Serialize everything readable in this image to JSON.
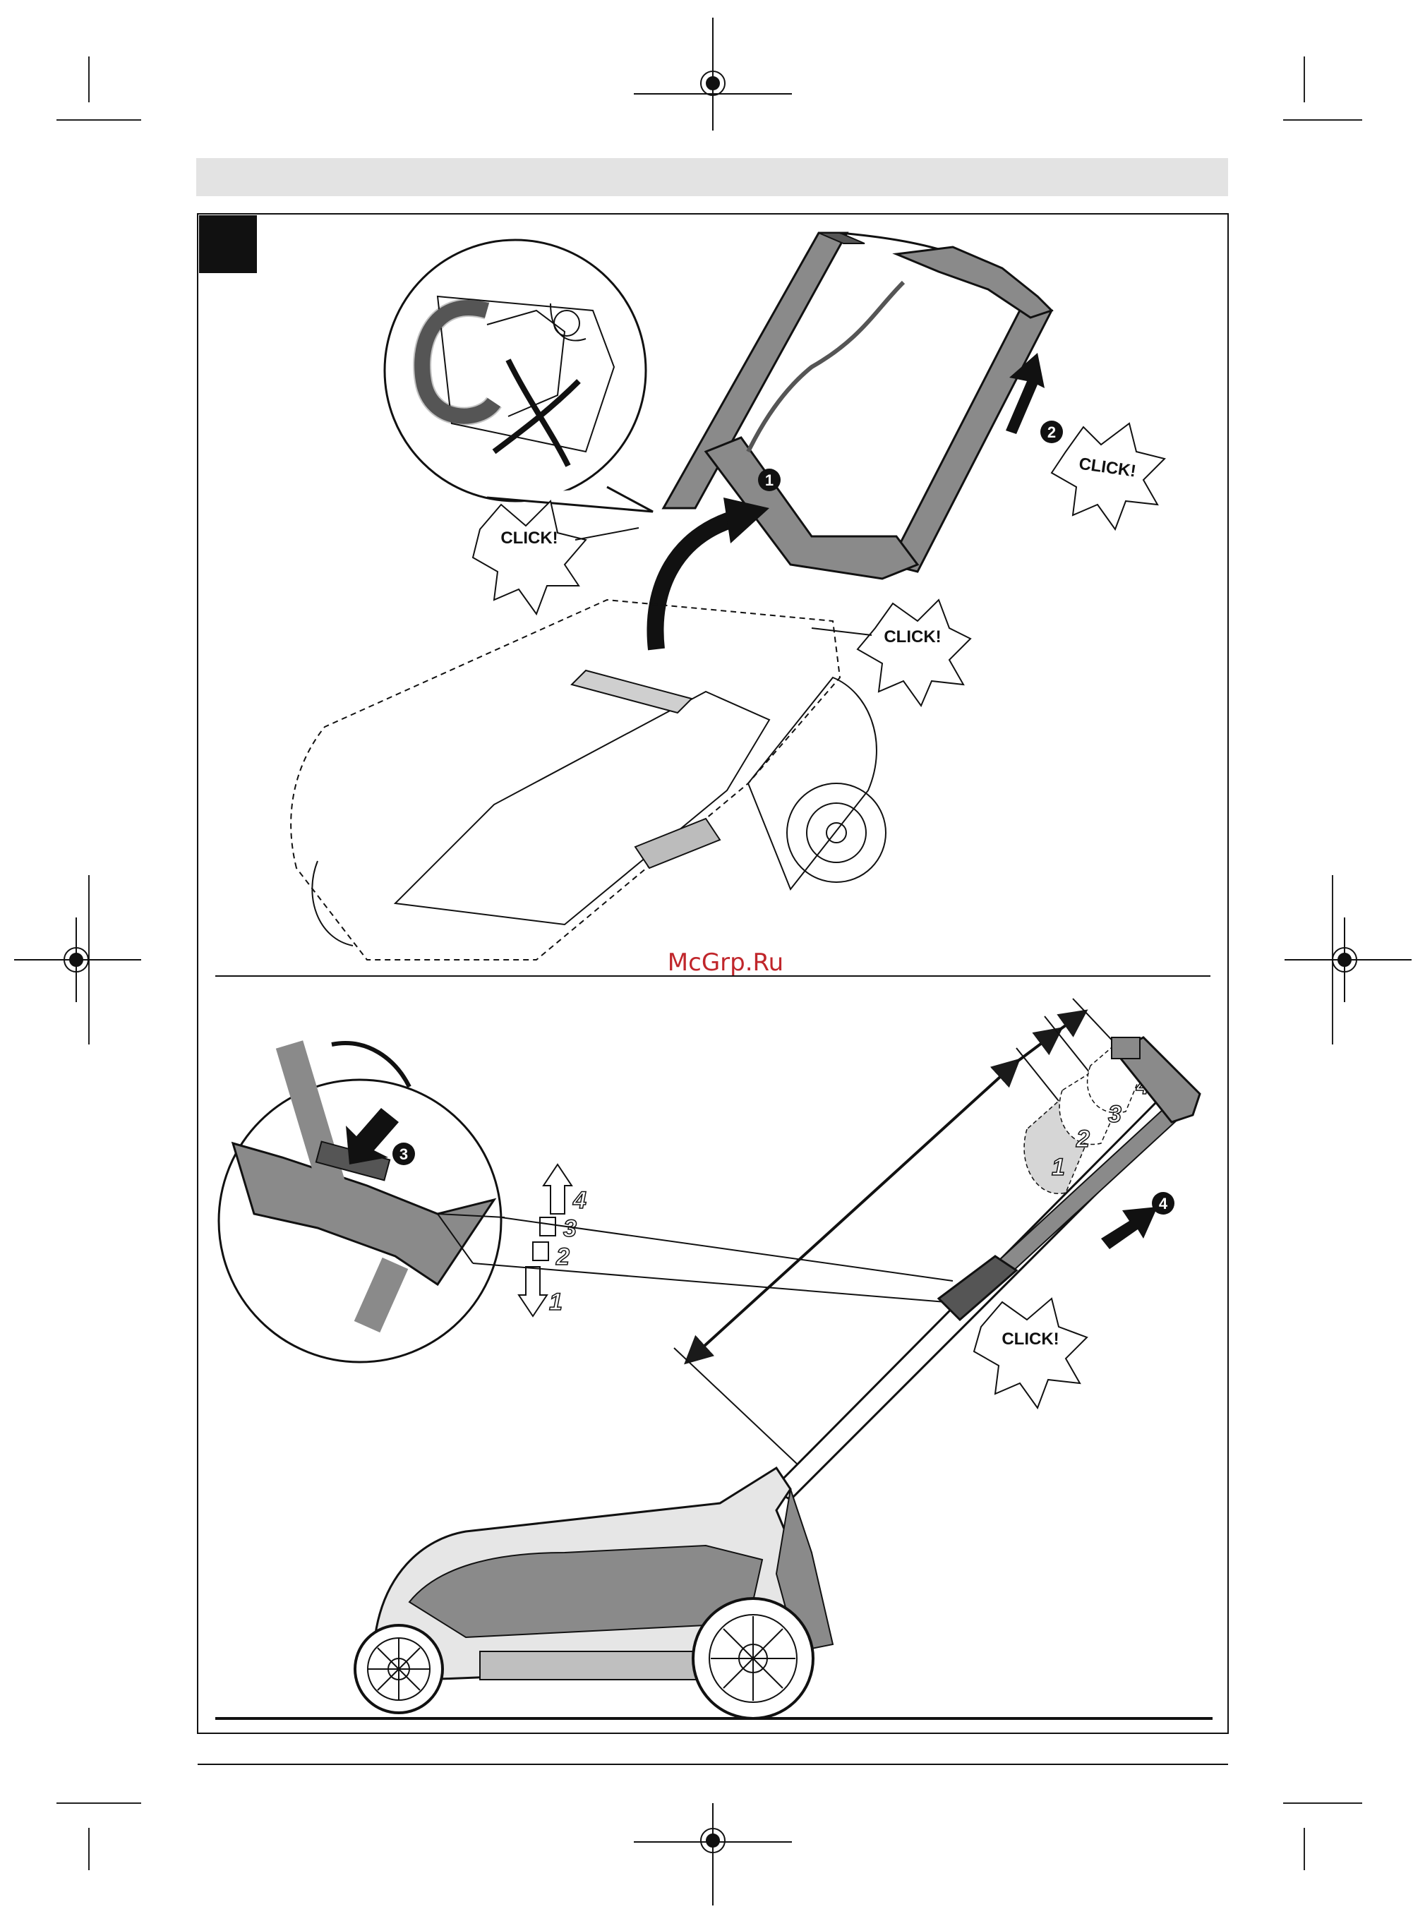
{
  "header": {
    "bar_color": "#e3e3e3",
    "figure_tab_color": "#111111"
  },
  "watermark": {
    "text": "McGrp.Ru",
    "color": "#c0262b"
  },
  "steps": [
    "1",
    "2",
    "3",
    "4"
  ],
  "click_label": "CLICK!",
  "height_positions": [
    "1",
    "2",
    "3",
    "4"
  ],
  "colors": {
    "handle_gray": "#8a8a8a",
    "dark_gray": "#555555",
    "cable_gray": "#6d6d6d",
    "line": "#1a1a1a"
  },
  "icons": [
    "registration-mark",
    "arrow-up-icon",
    "curved-arrow-icon",
    "cross-icon",
    "double-arrow-icon"
  ]
}
